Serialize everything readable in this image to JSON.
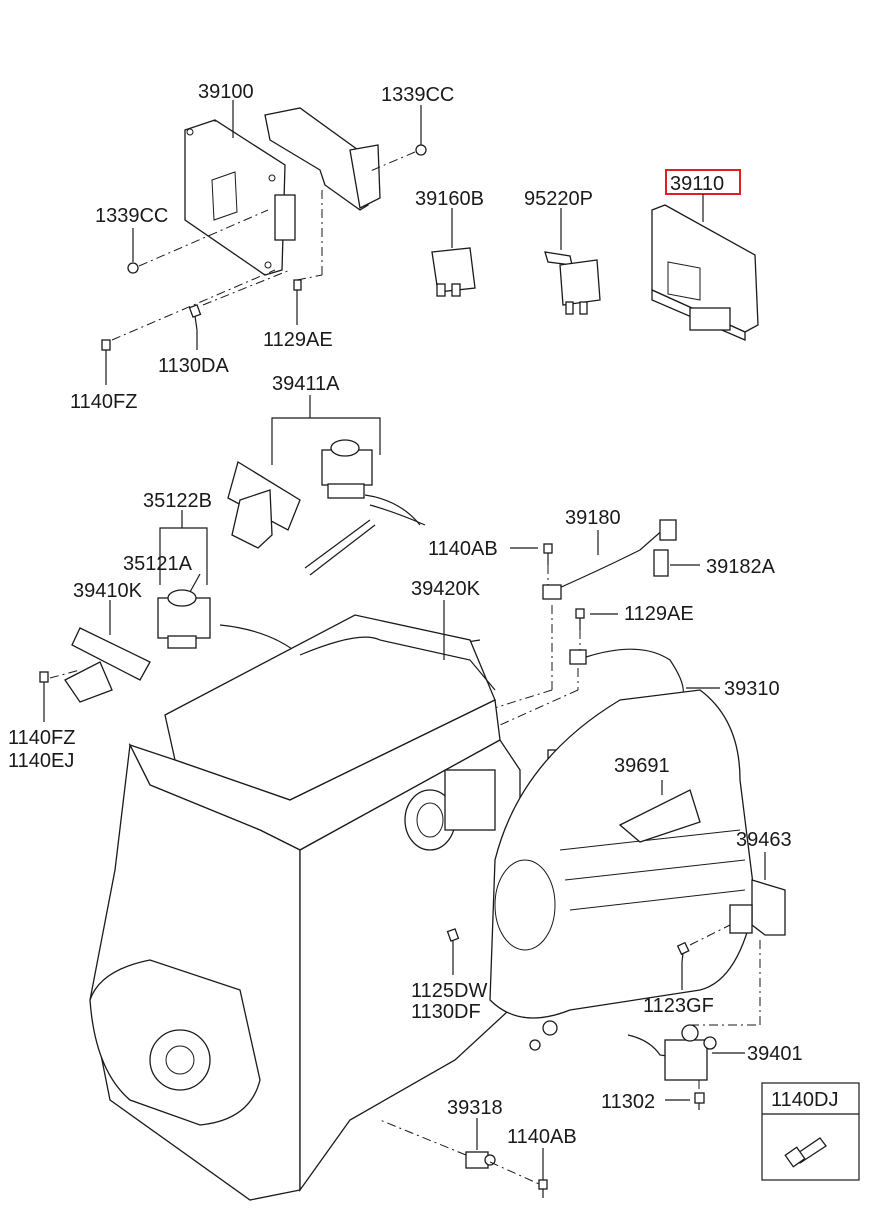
{
  "labels": {
    "p39100": "39100",
    "p1339cc_top": "1339CC",
    "p1339cc_left": "1339CC",
    "p39160b": "39160B",
    "p95220p": "95220P",
    "p39110": "39110",
    "p1129ae_top": "1129AE",
    "p1130da": "1130DA",
    "p1140fz_top": "1140FZ",
    "p39411a": "39411A",
    "p35122b": "35122B",
    "p35121a": "35121A",
    "p39410k": "39410K",
    "p1140fz_mid": "1140FZ",
    "p1140ej": "1140EJ",
    "p39180": "39180",
    "p1140ab_top": "1140AB",
    "p39182a": "39182A",
    "p39420k": "39420K",
    "p1129ae_mid": "1129AE",
    "p39310": "39310",
    "p39691": "39691",
    "p39463": "39463",
    "p1125dw": "1125DW",
    "p1130df": "1130DF",
    "p1123gf": "1123GF",
    "p39401": "39401",
    "p11302": "11302",
    "p39318": "39318",
    "p1140ab_bot": "1140AB",
    "p1140dj": "1140DJ"
  },
  "highlight_color": "#e02020",
  "icons": [
    "ecu-module",
    "relay",
    "bolt",
    "nut",
    "vacuum-valve",
    "sensor",
    "engine-block",
    "bracket"
  ]
}
